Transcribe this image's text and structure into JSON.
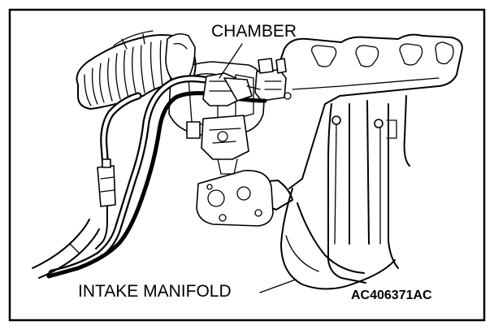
{
  "labels": {
    "chamber": "CHAMBER",
    "intake_manifold": "INTAKE MANIFOLD",
    "figure_code": "AC406371AC"
  },
  "colors": {
    "line": "#000000",
    "background": "#ffffff"
  }
}
